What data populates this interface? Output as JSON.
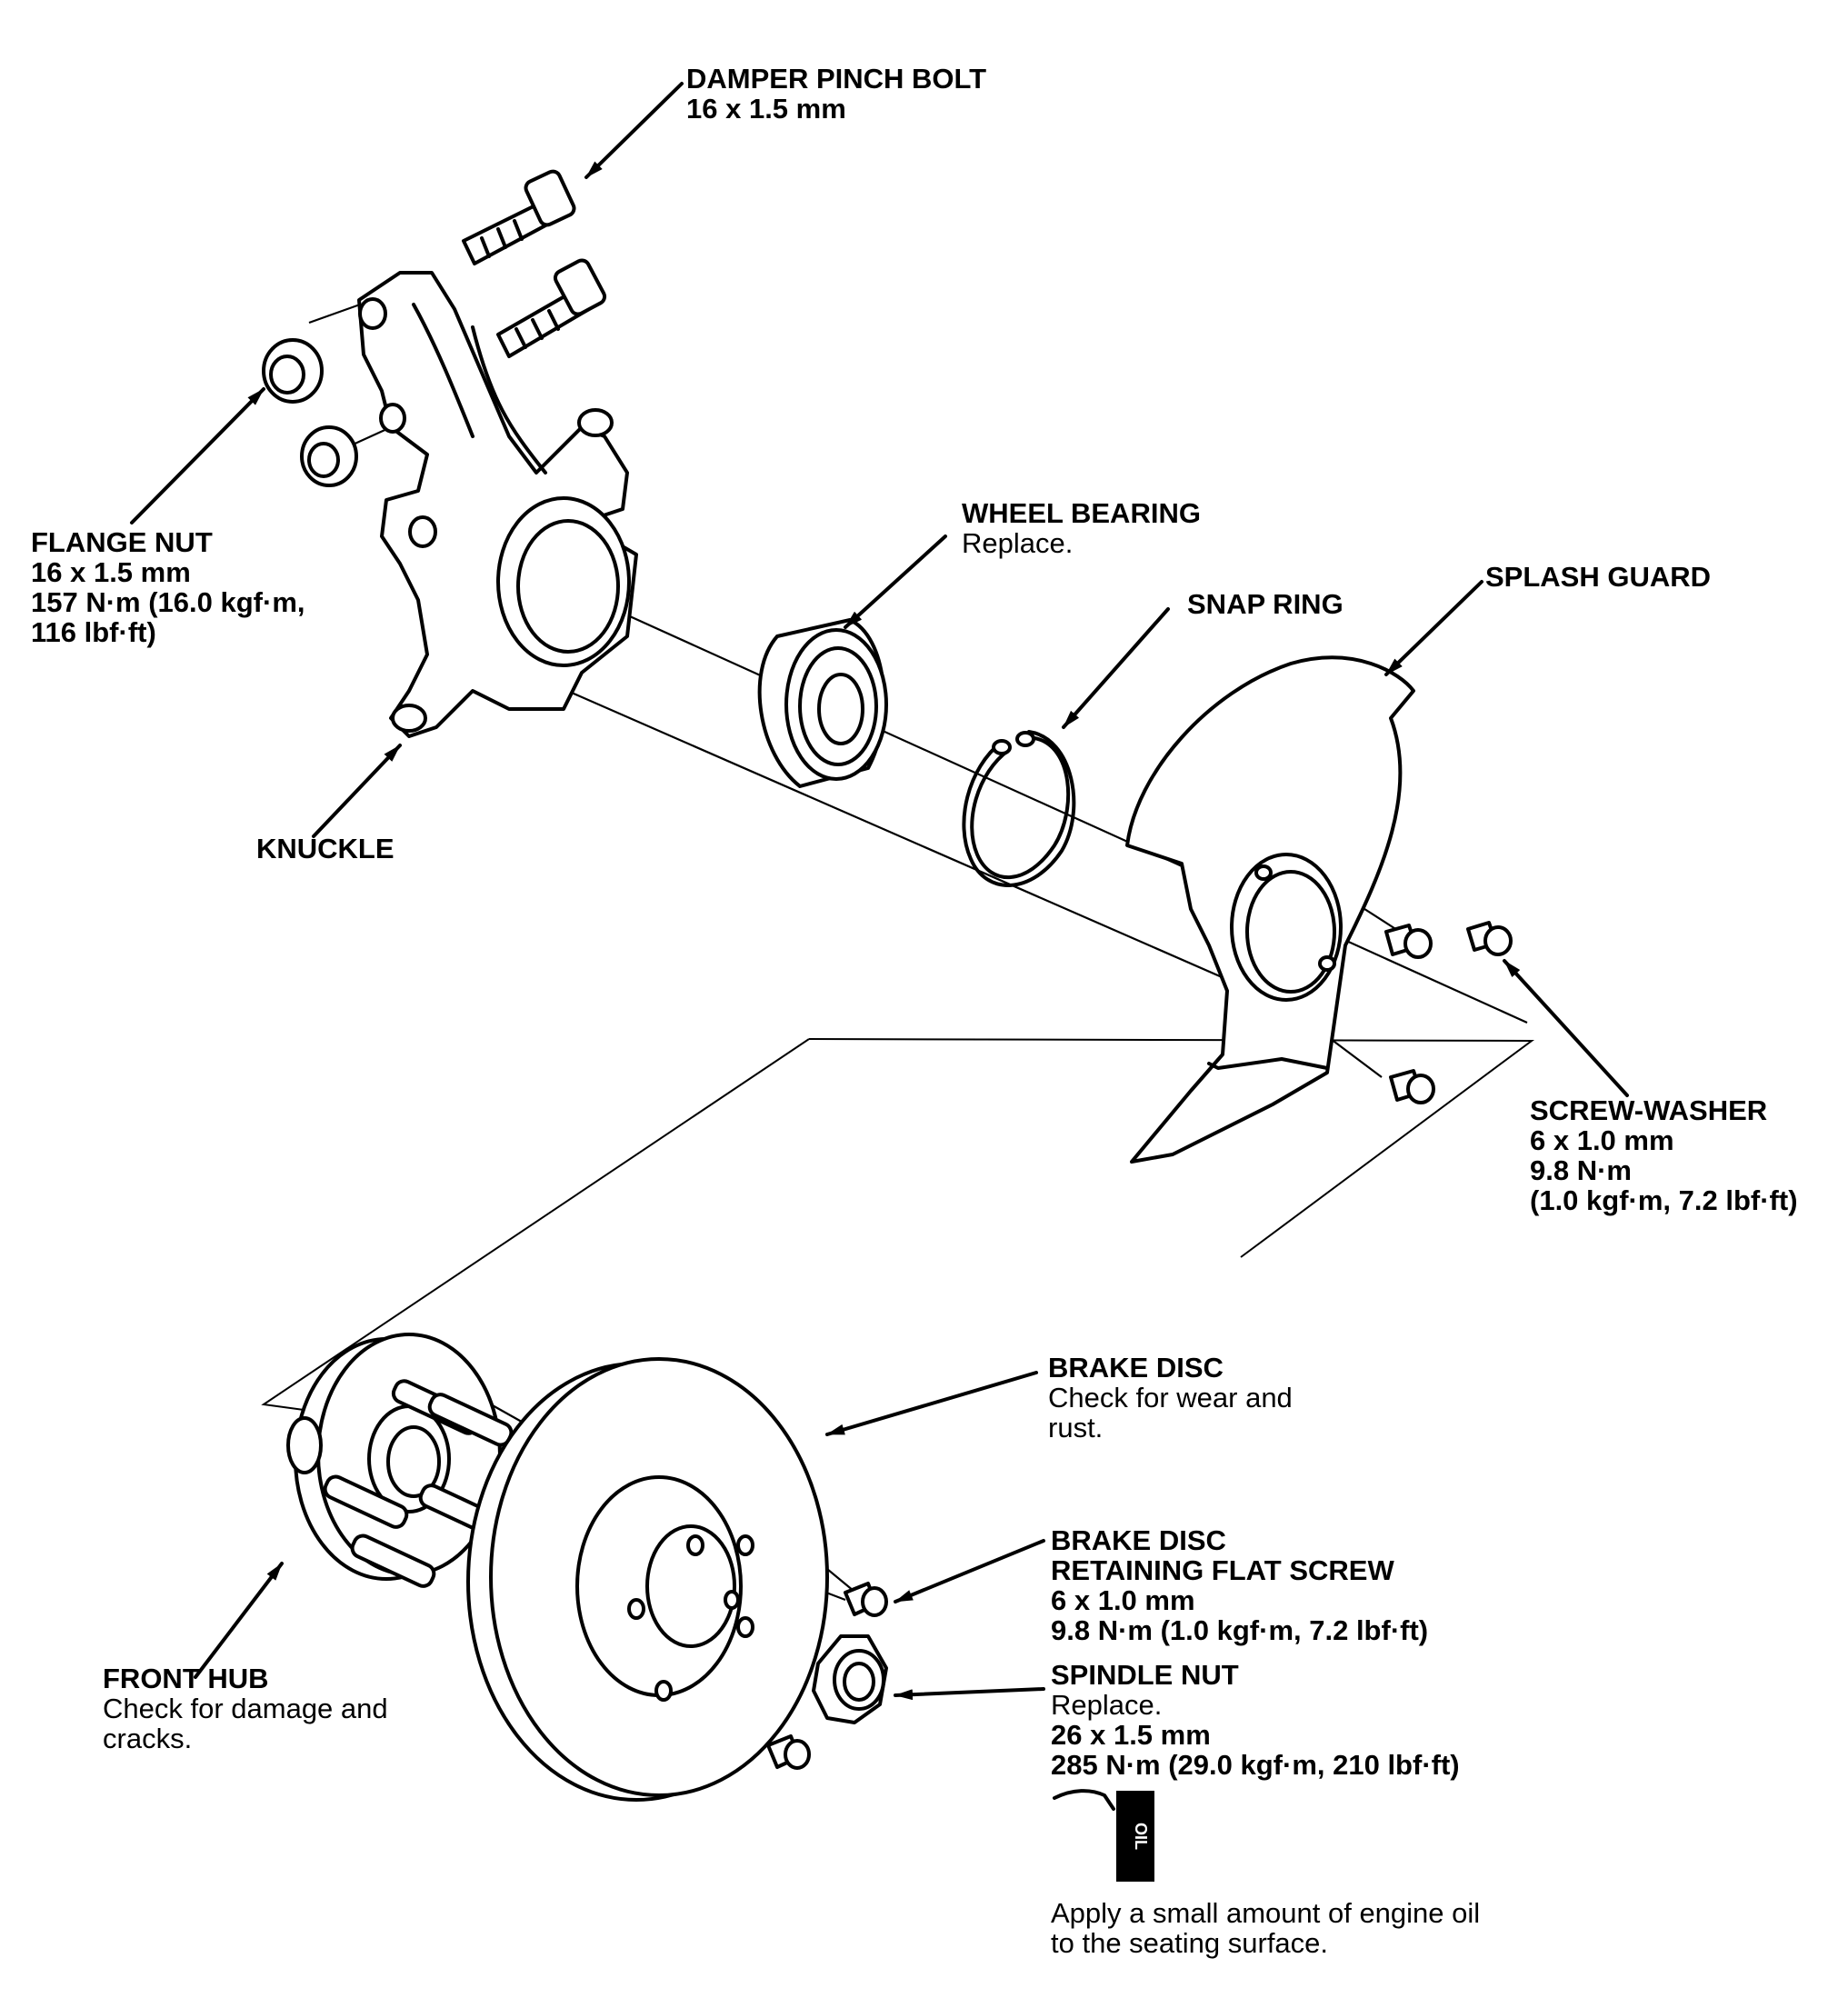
{
  "diagram": {
    "labels": {
      "damper_pinch_bolt": [
        "DAMPER PINCH BOLT",
        "16 x 1.5 mm"
      ],
      "flange_nut": [
        "FLANGE NUT",
        "16 x 1.5 mm",
        "157 N·m (16.0 kgf·m,",
        "116 lbf·ft)"
      ],
      "knuckle": [
        "KNUCKLE"
      ],
      "wheel_bearing": {
        "title": "WHEEL BEARING",
        "note": "Replace."
      },
      "snap_ring": [
        "SNAP RING"
      ],
      "splash_guard": [
        "SPLASH GUARD"
      ],
      "screw_washer": [
        "SCREW-WASHER",
        "6 x 1.0 mm",
        "9.8 N·m",
        "(1.0 kgf·m, 7.2 lbf·ft)"
      ],
      "brake_disc": {
        "title": "BRAKE DISC",
        "note": [
          "Check for wear and",
          "rust."
        ]
      },
      "brake_disc_retaining_flat_screw": [
        "BRAKE DISC",
        "RETAINING FLAT SCREW",
        "6 x 1.0 mm",
        "9.8 N·m (1.0 kgf·m, 7.2 lbf·ft)"
      ],
      "front_hub": {
        "title": "FRONT HUB",
        "note": [
          "Check for damage and",
          "cracks."
        ]
      },
      "spindle_nut": {
        "title": "SPINDLE NUT",
        "note": "Replace.",
        "specs": [
          "26 x 1.5 mm",
          "285 N·m (29.0 kgf·m, 210 lbf·ft)"
        ]
      },
      "oil_can_text": "OIL",
      "oil_note": [
        "Apply a small amount of engine oil",
        "to the seating surface."
      ]
    }
  }
}
